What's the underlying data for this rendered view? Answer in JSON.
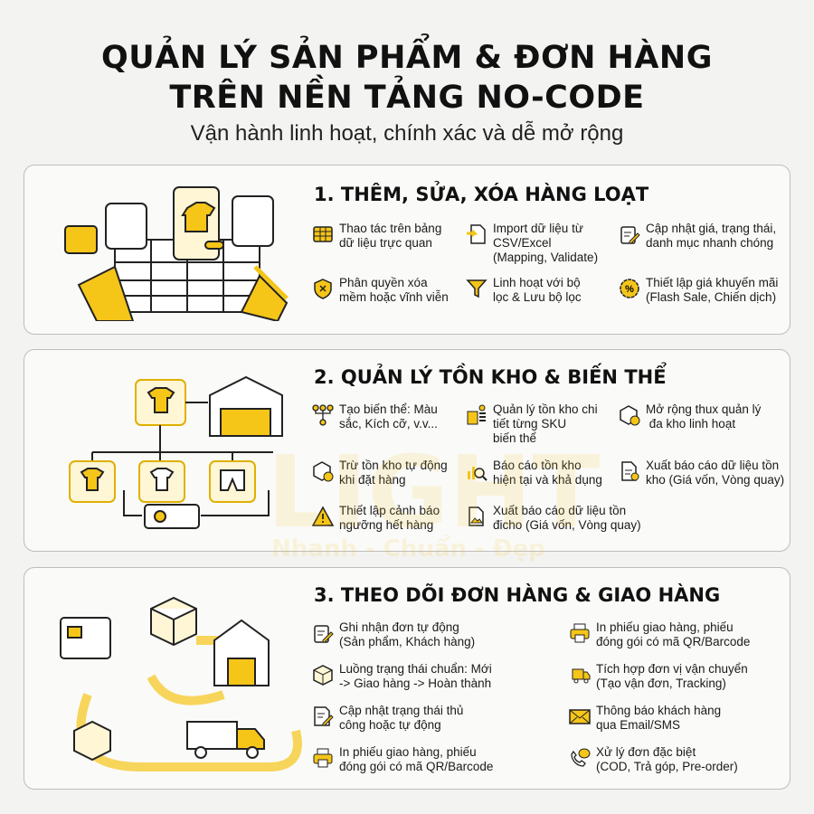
{
  "header": {
    "title_line1": "QUẢN LÝ SẢN PHẨM & ĐƠN HÀNG",
    "title_line2": "TRÊN NỀN TẢNG NO-CODE",
    "subtitle": "Vận hành linh hoạt, chính xác và dễ mở rộng"
  },
  "watermark": {
    "logo": "LIGHT",
    "slogan": "Nhanh - Chuẩn - Đẹp"
  },
  "colors": {
    "accent": "#f5c518",
    "background": "#f3f3f1",
    "card_border": "#bdbdbd"
  },
  "sections": [
    {
      "title": "1. THÊM, SỬA, XÓA HÀNG LOẠT",
      "items": [
        {
          "icon": "table-icon",
          "text": "Thao tác trên bảng\ndữ liệu trực quan"
        },
        {
          "icon": "import-file-icon",
          "text": "Import dữ liệu từ\nCSV/Excel\n(Mapping, Validate)"
        },
        {
          "icon": "clipboard-edit-icon",
          "text": "Cập nhật giá, trạng thái,\ndanh mục nhanh chóng"
        },
        {
          "icon": "shield-x-icon",
          "text": "Phân quyền xóa\nmềm hoặc vĩnh viễn"
        },
        {
          "icon": "filter-icon",
          "text": "Linh hoạt với bộ\nlọc & Lưu bộ lọc"
        },
        {
          "icon": "percent-badge-icon",
          "text": "Thiết lập giá khuyến mãi\n(Flash Sale, Chiến dịch)"
        }
      ]
    },
    {
      "title": "2. QUẢN LÝ TỒN KHO & BIẾN THỂ",
      "items": [
        {
          "icon": "variant-tree-icon",
          "text": "Tạo biến thể: Màu\nsắc, Kích cỡ, v.v..."
        },
        {
          "icon": "sku-stock-icon",
          "text": "Quản lý tồn kho chi\ntiết từng SKU\nbiến thể"
        },
        {
          "icon": "multi-warehouse-icon",
          "text": "Mở rộng thux quản lý\n đa kho linh hoạt"
        },
        {
          "icon": "box-deduct-icon",
          "text": "Trừ tồn kho tự động\nkhi đặt hàng"
        },
        {
          "icon": "report-search-icon",
          "text": "Báo cáo tồn kho\nhiện tại và khả dụng"
        },
        {
          "icon": "export-doc-icon",
          "text": "Xuất báo cáo dữ liệu tồn\nkho (Giá vốn, Vòng quay)"
        },
        {
          "icon": "warning-icon",
          "text": "Thiết lập cảnh báo\nngưỡng hết hàng"
        },
        {
          "icon": "image-doc-icon",
          "text": "Xuất báo cáo dữ liệu tồn\nđicho (Giá vốn, Vòng quay)"
        }
      ]
    },
    {
      "title": "3. THEO DÕI ĐƠN HÀNG & GIAO HÀNG",
      "items": [
        {
          "icon": "clipboard-edit-icon",
          "text": "Ghi nhận đơn tự động\n(Sản phẩm, Khách hàng)"
        },
        {
          "icon": "printer-qr-icon",
          "text": "In phiếu giao hàng, phiếu\nđóng gói có mã QR/Barcode"
        },
        {
          "icon": "box-icon",
          "text": "Luồng trạng thái chuẩn: Mới\n-> Giao hàng -> Hoàn thành"
        },
        {
          "icon": "truck-icon",
          "text": "Tích hợp đơn vị vận chuyển\n(Tạo vận đơn, Tracking)"
        },
        {
          "icon": "doc-edit-icon",
          "text": "Cập nhật trạng thái thủ\ncông hoặc tự động"
        },
        {
          "icon": "mail-icon",
          "text": "Thông báo khách hàng\nqua Email/SMS"
        },
        {
          "icon": "printer-icon",
          "text": "In phiếu giao hàng, phiếu\nđóng gói có mã QR/Barcode"
        },
        {
          "icon": "phone-chat-icon",
          "text": "Xử lý đơn đặc biệt\n(COD, Trả góp, Pre-order)"
        }
      ]
    }
  ]
}
